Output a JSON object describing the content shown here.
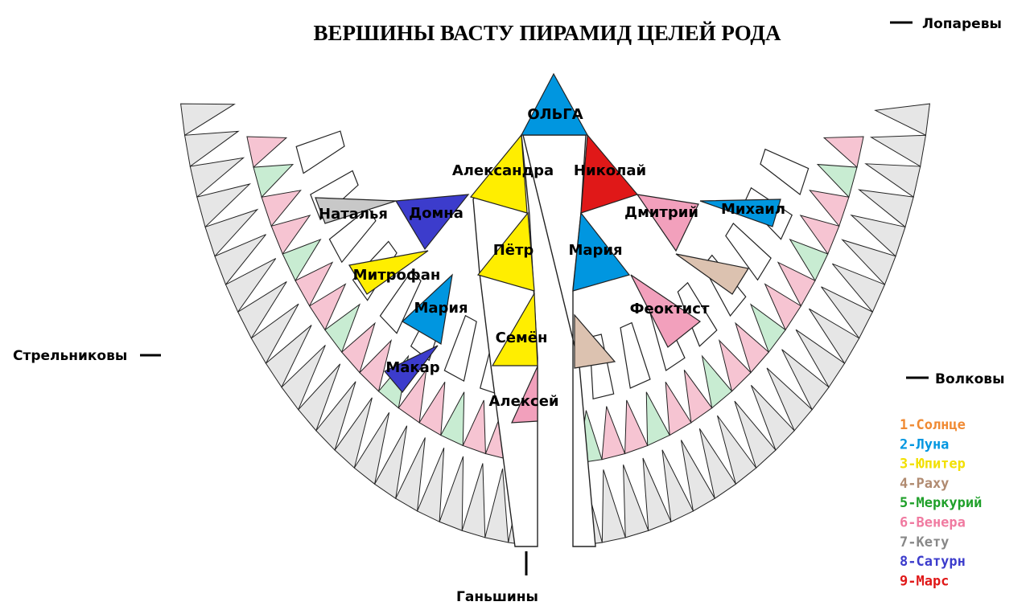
{
  "title": "ВЕРШИНЫ ВАСТУ ПИРАМИД ЦЕЛЕЙ  РОДА",
  "colors": {
    "sun": "#f08a33",
    "moon": "#0096e0",
    "jupiter": "#ffee00",
    "rahu": "#dcc2b0",
    "mercury": "#c8ecd2",
    "mercury_text": "#1fa02a",
    "venus": "#f6c4d2",
    "venus_text": "#f07aa0",
    "venus_dark": "#f2a0bc",
    "ketu": "#c8c8c8",
    "ketu_text": "#888888",
    "saturn": "#3c3ccc",
    "mars": "#e01818",
    "empty": "#e6e6e6"
  },
  "families": {
    "top_right": "Лопаревы",
    "left": "Стрельниковы",
    "right": "Волковы",
    "bottom": "Ганьшины"
  },
  "nodes": {
    "root": "ОЛЬГА",
    "aleksandra": "Александра",
    "nikolai": "Николай",
    "natalya": "Наталья",
    "domna": "Домна",
    "dmitry": "Дмитрий",
    "mikhail": "Михаил",
    "petr": "Пётр",
    "maria_right": "Мария",
    "mitrofan": "Митрофан",
    "maria_left": "Мария",
    "feoktist": "Феоктист",
    "semen": "Семён",
    "makar": "Макар",
    "aleksei": "Алексей"
  },
  "legend": [
    {
      "label": "1-Солнце",
      "color": "#f08a33"
    },
    {
      "label": "2-Луна",
      "color": "#0096e0"
    },
    {
      "label": "3-Юпитер",
      "color": "#f2e000"
    },
    {
      "label": "4-Раху",
      "color": "#b08a70"
    },
    {
      "label": "5-Меркурий",
      "color": "#1fa02a"
    },
    {
      "label": "6-Венера",
      "color": "#f07aa0"
    },
    {
      "label": "7-Кету",
      "color": "#888888"
    },
    {
      "label": "8-Сатурн",
      "color": "#3c3ccc"
    },
    {
      "label": "9-Марс",
      "color": "#e01818"
    }
  ]
}
